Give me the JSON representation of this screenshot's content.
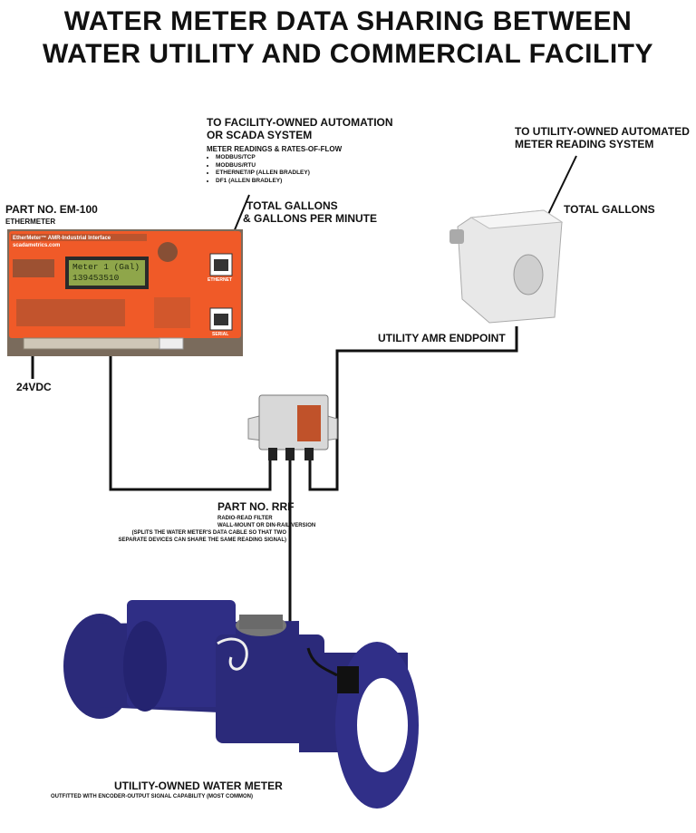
{
  "title": {
    "line1": "WATER METER DATA SHARING BETWEEN",
    "line2": "WATER UTILITY AND COMMERCIAL FACILITY"
  },
  "facility": {
    "heading_line1": "TO FACILITY-OWNED AUTOMATION",
    "heading_line2": "OR SCADA SYSTEM",
    "subheading": "METER READINGS & RATES-OF-FLOW",
    "protocols": [
      "MODBUS/TCP",
      "MODBUS/RTU",
      "ETHERNET/IP (ALLEN BRADLEY)",
      "DF1 (ALLEN BRADLEY)"
    ],
    "output_line1": "TOTAL GALLONS",
    "output_line2": "& GALLONS PER MINUTE"
  },
  "utility": {
    "heading_line1": "TO UTILITY-OWNED AUTOMATED",
    "heading_line2": "METER READING SYSTEM",
    "output": "TOTAL GALLONS",
    "endpoint_label": "UTILITY AMR ENDPOINT"
  },
  "ethermeter": {
    "part_no": "PART NO. EM-100",
    "name": "ETHERMETER",
    "header": "EtherMeter™ AMR-Industrial Interface",
    "website": "scadametrics.com",
    "lcd_line1": "Meter 1 (Gal)",
    "lcd_line2": "139453510",
    "port1": "ETHERNET",
    "port2": "SERIAL",
    "power": "24VDC"
  },
  "rrf": {
    "part_no": "PART NO. RRF",
    "name": "RADIO-READ FILTER",
    "version": "WALL-MOUNT OR DIN-RAIL VERSION",
    "desc_line1": "(SPLITS THE WATER METER'S DATA CABLE SO THAT TWO",
    "desc_line2": "SEPARATE DEVICES CAN SHARE THE SAME READING SIGNAL)"
  },
  "meter": {
    "label": "UTILITY-OWNED WATER METER",
    "sublabel": "OUTFITTED WITH ENCODER-OUTPUT SIGNAL CAPABILITY (MOST COMMON)"
  },
  "colors": {
    "ethermeter_body": "#f05a28",
    "ethermeter_dark": "#5a4a3a",
    "lcd": "#8fa64a",
    "meter_body": "#2b2a7a",
    "amr_body": "#e8e8e8",
    "cable": "#111111"
  }
}
